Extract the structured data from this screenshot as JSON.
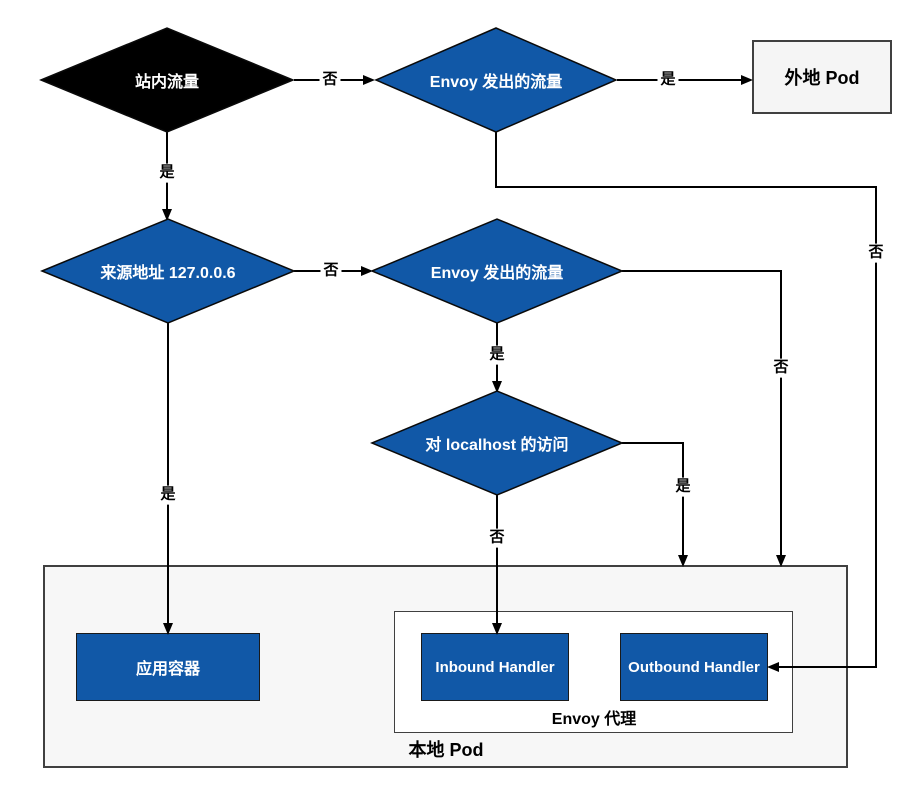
{
  "colors": {
    "accent_blue": "#1158a7",
    "node_black": "#000000",
    "external_pod_fill": "#f5f5f5",
    "local_pod_fill": "#f7f7f7",
    "container_border": "#404040",
    "line_color": "#000000"
  },
  "nodes": {
    "in_site_traffic": {
      "label": "站内流量"
    },
    "envoy_traffic_top": {
      "label": "Envoy 发出的流量"
    },
    "external_pod": {
      "label": "外地 Pod"
    },
    "source_address": {
      "label": "来源地址 127.0.0.6"
    },
    "envoy_traffic_mid": {
      "label": "Envoy 发出的流量"
    },
    "localhost_access": {
      "label": "对 localhost 的访问"
    },
    "app_container": {
      "label": "应用容器"
    },
    "inbound_handler": {
      "label": "Inbound Handler"
    },
    "outbound_handler": {
      "label": "Outbound Handler"
    },
    "envoy_proxy": {
      "label": "Envoy 代理"
    },
    "local_pod": {
      "label": "本地 Pod"
    }
  },
  "edges": [
    {
      "from": "站内流量",
      "to": "Envoy 发出的流量",
      "label": "否"
    },
    {
      "from": "Envoy 发出的流量",
      "to": "外地 Pod",
      "label": "是"
    },
    {
      "from": "站内流量",
      "to": "来源地址 127.0.0.6",
      "label": "是"
    },
    {
      "from": "来源地址 127.0.0.6",
      "to": "Envoy 发出的流量",
      "label": "否"
    },
    {
      "from": "来源地址 127.0.0.6",
      "to": "应用容器",
      "label": "是"
    },
    {
      "from": "Envoy 发出的流量",
      "to": "对 localhost 的访问",
      "label": "是"
    },
    {
      "from": "对 localhost 的访问",
      "to": "Inbound Handler",
      "label": "否"
    },
    {
      "from": "对 localhost 的访问",
      "to": "本地 Pod",
      "label": "是"
    },
    {
      "from": "Envoy 发出的流量",
      "to": "本地 Pod",
      "label": "否"
    },
    {
      "from": "Envoy 发出的流量",
      "to": "Outbound Handler",
      "label": "否"
    }
  ]
}
